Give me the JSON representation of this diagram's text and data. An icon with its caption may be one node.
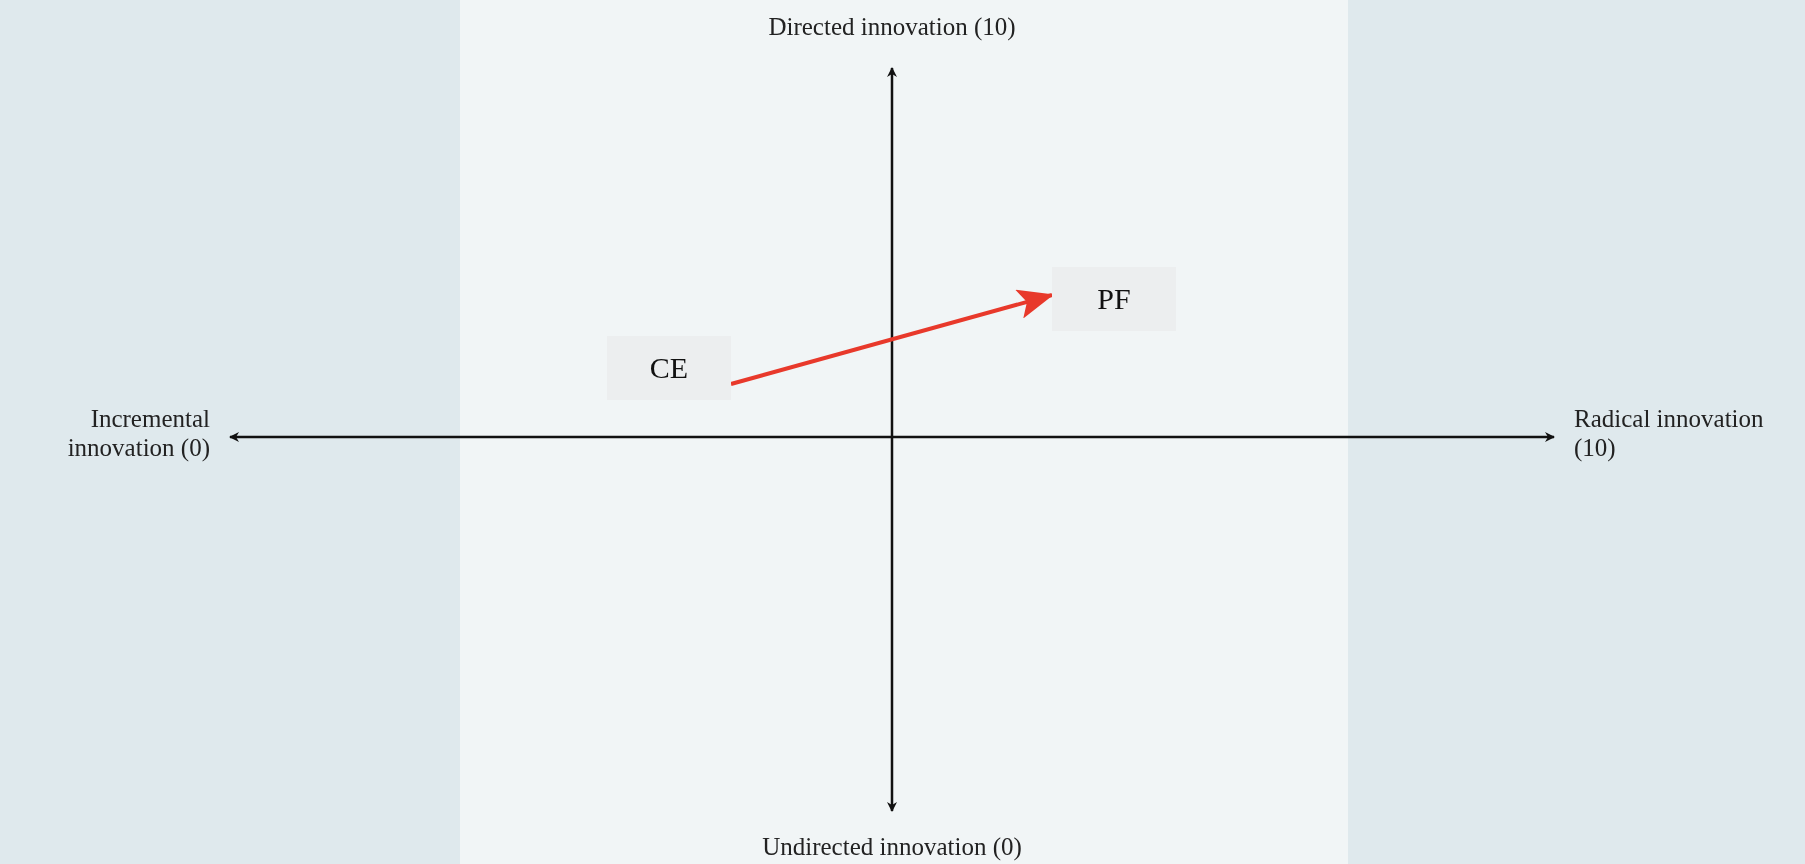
{
  "diagram": {
    "nodes": [
      {
        "text": [
          "CE"
        ]
      },
      {
        "text": [
          "PF"
        ]
      }
    ],
    "edges": [
      {
        "from": 0,
        "to": 1,
        "arrow": "to",
        "color": "#e8392b"
      }
    ],
    "labels": [
      "Directed innovation (10)",
      "Incremental innovation (0)",
      "Radical innovation (10)",
      "Undirected innovation (0)"
    ]
  }
}
